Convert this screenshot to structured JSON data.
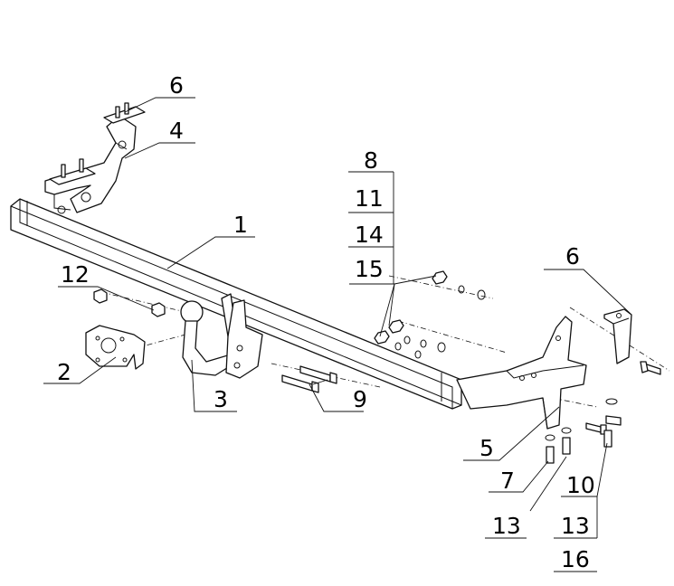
{
  "labels": {
    "p1": "1",
    "p2": "2",
    "p3": "3",
    "p4": "4",
    "p5": "5",
    "p6a": "6",
    "p6b": "6",
    "p7": "7",
    "p8": "8",
    "p9": "9",
    "p10": "10",
    "p11": "11",
    "p12": "12",
    "p13a": "13",
    "p13b": "13",
    "p14": "14",
    "p15": "15",
    "p16": "16"
  },
  "colors": {
    "line": "#111111",
    "background": "#ffffff"
  }
}
